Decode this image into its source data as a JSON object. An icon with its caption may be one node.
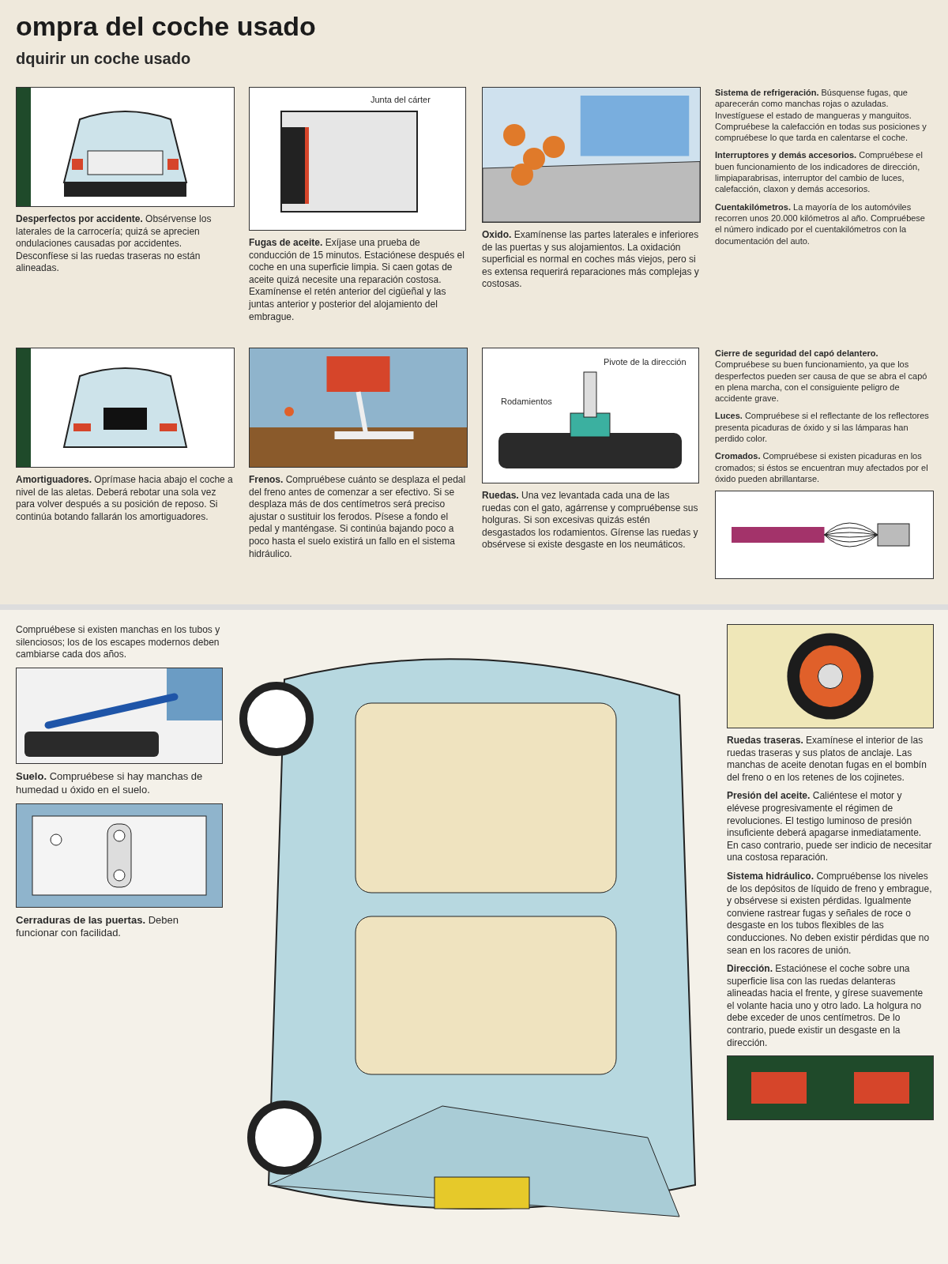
{
  "diagram": {
    "title": "ompra del coche usado",
    "nodes": [
      {
        "text": [
          "Junta del cárter"
        ]
      },
      {
        "text": [
          "Pivote de la dirección",
          "Rodamientos"
        ]
      }
    ],
    "labels": [
      "dquirir un coche usado",
      "**Desperfectos por accidente.** Obsérvense los laterales de la carrocería; quizá se aprecien ondulaciones causadas por accidentes. Desconfíese si las ruedas traseras no están alineadas.",
      "**Fugas de aceite.** Exíjase una prueba de conducción de 15 minutos. Estaciónese después el coche en una superficie limpia. Si caen gotas de aceite quizá necesite una reparación costosa. Examínense el retén anterior del cigüeñal y las juntas anterior y posterior del alojamiento del embrague.",
      "**Oxido.** Examínense las partes laterales e inferiores de las puertas y sus alojamientos. La oxidación superficial es normal en coches más viejos, pero si es extensa requerirá reparaciones más complejas y costosas.",
      "**Sistema de refrigeración.** Búsquense fugas, que aparecerán como manchas rojas o azuladas. Investíguese el estado de mangueras y manguitos. Compruébese la calefacción en todas sus posiciones y compruébese lo que tarda en calentarse el coche.",
      "**Interruptores y demás accesorios.** Compruébese el buen funcionamiento de los indicadores de dirección, limpiaparabrisas, interruptor del cambio de luces, calefacción, claxon y demás accesorios.",
      "**Cuentakilómetros.** La mayoría de los automóviles recorren unos 20.000 kilómetros al año. Compruébese el número indicado por el cuentakilómetros con la documentación del auto.",
      "**Amortiguadores.** Oprímase hacia abajo el coche a nivel de las aletas. Deberá rebotar una sola vez para volver después a su posición de reposo. Si continúa botando fallarán los amortiguadores.",
      "**Frenos.** Compruébese cuánto se desplaza el pedal del freno antes de comenzar a ser efectivo. Si se desplaza más de dos centímetros será preciso ajustar o sustituir los ferodos. Písese a fondo el pedal y manténgase. Si continúa bajando poco a poco hasta el suelo existirá un fallo en el sistema hidráulico.",
      "**Ruedas.** Una vez levantada cada una de las ruedas con el gato, agárrense y compruébense sus holguras. Si son excesivas quizás estén desgastados los rodamientos. Gírense las ruedas y obsérvese si existe desgaste en los neumáticos.",
      "**Cierre de seguridad del capó delantero.** Compruébese su buen funcionamiento, ya que los desperfectos pueden ser causa de que se abra el capó en plena marcha, con el consiguiente peligro de accidente grave.",
      "**Luces.** Compruébese si el reflectante de los reflectores presenta picaduras de óxido y si las lámparas han perdido color.",
      "**Cromados.** Compruébese si existen picaduras en los cromados; si éstos se encuentran muy afectados por el óxido pueden abrillantarse.",
      "Compruébese si existen manchas en los tubos y silenciosos; los de los escapes modernos deben cambiarse cada dos años.",
      "**Suelo.** Compruébese si hay manchas de humedad u óxido en el suelo.",
      "**Cerraduras de las puertas.** Deben funcionar con facilidad.",
      "**Ruedas traseras.** Examínese el interior de las ruedas traseras y sus platos de anclaje. Las manchas de aceite denotan fugas en el bombín del freno o en los retenes de los cojinetes.",
      "**Presión del aceite.** Caliéntese el motor y elévese progresivamente el régimen de revoluciones. El testigo luminoso de presión insuficiente deberá apagarse inmediatamente. En caso contrario, puede ser indicio de necesitar una costosa reparación.",
      "**Sistema hidráulico.** Compruébense los niveles de los depósitos de líquido de freno y embrague, y obsérvese si existen pérdidas. Igualmente conviene rastrear fugas y señales de roce o desgaste en los tubos flexibles de las conducciones. No deben existir pérdidas que no sean en los racores de unión.",
      "**Dirección.** Estaciónese el coche sobre una superficie lisa con las ruedas delanteras alineadas hacia el frente, y gírese suavemente el volante hacia uno y otro lado. La holgura no debe exceder de unos centímetros. De lo contrario, puede existir un desgaste en la dirección."
    ]
  }
}
